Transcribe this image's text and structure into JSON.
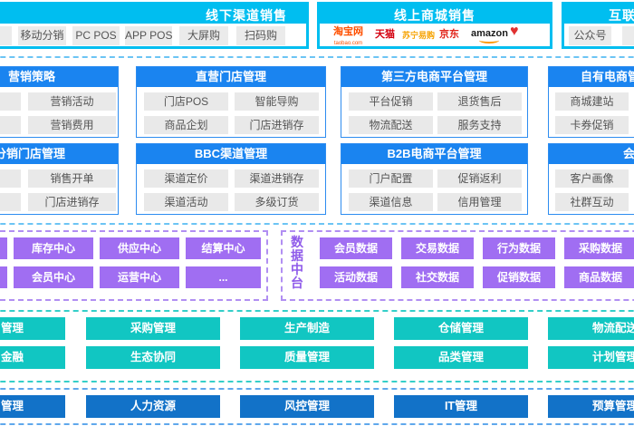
{
  "colors": {
    "cyan_band": "#00BEF0",
    "blue_header": "#1A84F0",
    "purple": "#A06EF2",
    "teal": "#11C6C2",
    "deep_blue": "#1272C8",
    "item_gray": "#E9E9E9",
    "taobao_orange": "#FF5000",
    "tmall_red": "#D4000F",
    "suning_orange": "#F6A200",
    "jd_red": "#E1251B",
    "amazon_black": "#1A1A1A",
    "heart_red": "#E03131"
  },
  "top": {
    "offline": {
      "title": "线下渠道销售",
      "items": [
        "",
        "移动分销",
        "PC POS",
        "APP POS",
        "大屏购",
        "扫码购"
      ]
    },
    "online": {
      "title": "线上商城销售",
      "brands": [
        "淘宝网",
        "taobao.com",
        "天猫",
        "苏宁易购",
        "京东",
        "amazon",
        "♥"
      ]
    },
    "internet": {
      "title": "互联网销售",
      "items": [
        "公众号",
        ""
      ]
    }
  },
  "channel": {
    "row1": [
      {
        "title": "营销策略",
        "items": [
          "",
          "营销活动",
          "",
          "营销费用"
        ]
      },
      {
        "title": "直营门店管理",
        "items": [
          "门店POS",
          "智能导购",
          "商品企划",
          "门店进销存"
        ]
      },
      {
        "title": "第三方电商平台管理",
        "items": [
          "平台促销",
          "退货售后",
          "物流配送",
          "服务支持"
        ]
      },
      {
        "title": "自有电商管理",
        "items": [
          "商城建站",
          "卡券促销"
        ]
      }
    ],
    "row2": [
      {
        "title": "分销门店管理",
        "items": [
          "",
          "销售开单",
          "",
          "门店进销存"
        ]
      },
      {
        "title": "BBC渠道管理",
        "items": [
          "渠道定价",
          "渠道进销存",
          "渠道活动",
          "多级订货"
        ]
      },
      {
        "title": "B2B电商平台管理",
        "items": [
          "门户配置",
          "促销返利",
          "渠道信息",
          "信用管理"
        ]
      },
      {
        "title": "会员管理",
        "items": [
          "客户画像",
          "社群互动"
        ]
      }
    ]
  },
  "middle": {
    "centers": [
      "",
      "库存中心",
      "供应中心",
      "结算中心",
      "",
      "会员中心",
      "运营中心",
      "..."
    ],
    "data_platform": "数据中台",
    "data_items": [
      "会员数据",
      "交易数据",
      "行为数据",
      "采购数据",
      "活动数据",
      "社交数据",
      "促销数据",
      "商品数据"
    ]
  },
  "supply": {
    "row1": [
      "管理",
      "采购管理",
      "生产制造",
      "仓储管理",
      "物流配送"
    ],
    "row2": [
      "金融",
      "生态协同",
      "质量管理",
      "品类管理",
      "计划管理"
    ]
  },
  "corporate": [
    "管理",
    "人力资源",
    "风控管理",
    "IT管理",
    "预算管理"
  ]
}
